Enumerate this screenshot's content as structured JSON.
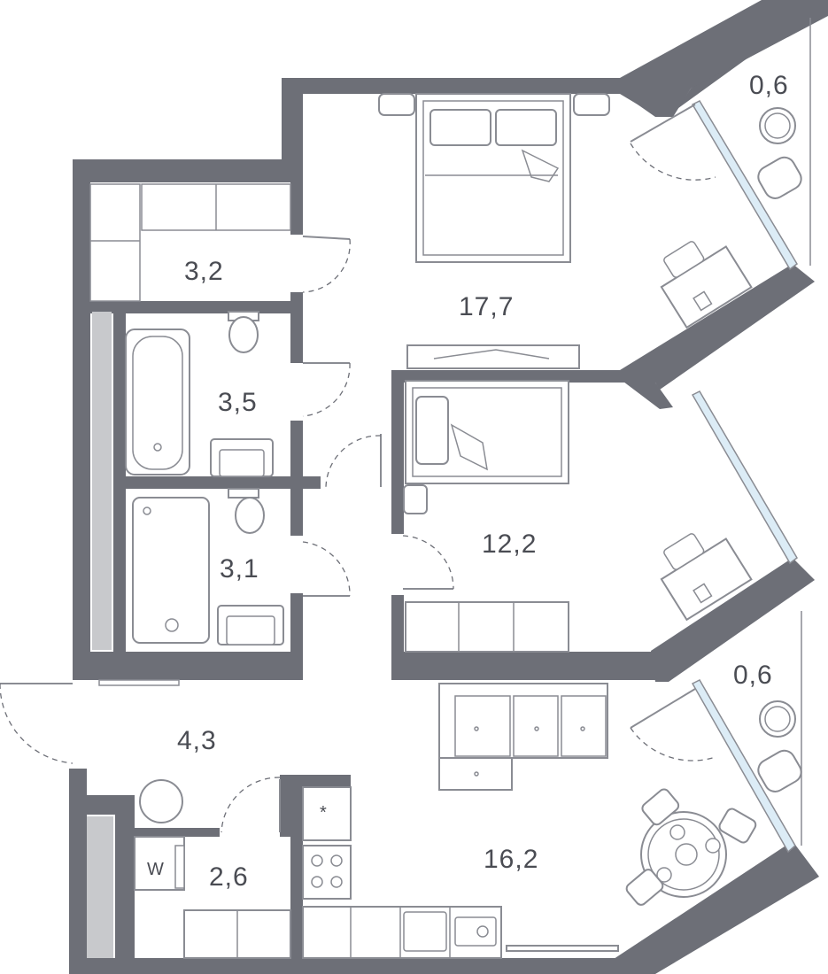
{
  "rooms": {
    "storage": "3,2",
    "bathroom_1": "3,5",
    "bathroom_2": "3,1",
    "hall": "4,3",
    "laundry": "2,6",
    "bedroom_1": "17,7",
    "bedroom_2": "12,2",
    "living_kitchen": "16,2",
    "balcony_1": "0,6",
    "balcony_2": "0,6"
  },
  "symbols": {
    "washer": "W",
    "fridge": "*"
  },
  "colors": {
    "wall": "#6d6f77",
    "column": "#c8c9cc",
    "glass": "#dcecf6",
    "line": "#8a8c93",
    "label": "#4a4c53"
  }
}
